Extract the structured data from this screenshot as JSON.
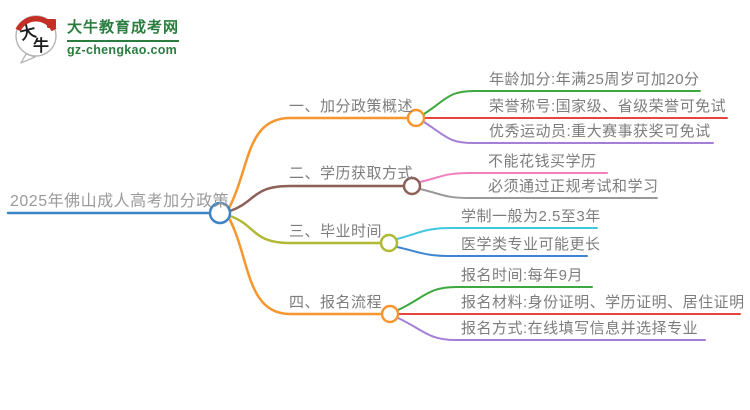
{
  "logo": {
    "icon_chars": [
      "大",
      "牛"
    ],
    "site_name": "大牛教育成考网",
    "site_domain": "gz-chengkao.com",
    "brand_green": "#2a7d3f",
    "seal_red": "#c53026"
  },
  "mindmap": {
    "root": {
      "label": "2025年佛山成人高考加分政策",
      "color": "#3d85c6"
    },
    "branches": [
      {
        "label": "一、加分政策概述",
        "color": "#f5962e",
        "leaves": [
          {
            "label": "年龄加分:年满25周岁可加20分",
            "color": "#3ea83e"
          },
          {
            "label": "荣誉称号:国家级、省级荣誉可免试",
            "color": "#e8433e"
          },
          {
            "label": "优秀运动员:重大赛事获奖可免试",
            "color": "#a57fd5"
          }
        ]
      },
      {
        "label": "二、学历获取方式",
        "color": "#8c5f57",
        "leaves": [
          {
            "label": "不能花钱买学历",
            "color": "#f080c0"
          },
          {
            "label": "必须通过正规考试和学习",
            "color": "#999999"
          }
        ]
      },
      {
        "label": "三、毕业时间",
        "color": "#b0b836",
        "leaves": [
          {
            "label": "学制一般为2.5至3年",
            "color": "#3fc8de"
          },
          {
            "label": "医学类专业可能更长",
            "color": "#3d85d2"
          }
        ]
      },
      {
        "label": "四、报名流程",
        "color": "#f5962e",
        "leaves": [
          {
            "label": "报名时间:每年9月",
            "color": "#3ea83e"
          },
          {
            "label": "报名材料:身份证明、学历证明、居住证明",
            "color": "#e8433e"
          },
          {
            "label": "报名方式:在线填写信息并选择专业",
            "color": "#a57fd5"
          }
        ]
      }
    ]
  }
}
